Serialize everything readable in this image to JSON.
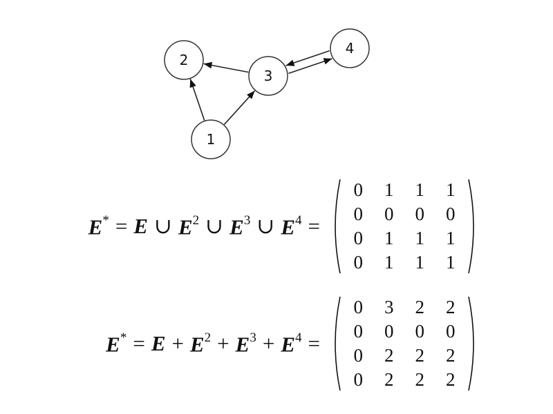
{
  "graph": {
    "nodes": [
      {
        "id": "1",
        "label": "1"
      },
      {
        "id": "2",
        "label": "2"
      },
      {
        "id": "3",
        "label": "3"
      },
      {
        "id": "4",
        "label": "4"
      }
    ],
    "edges": [
      {
        "from": "1",
        "to": "2"
      },
      {
        "from": "1",
        "to": "3"
      },
      {
        "from": "3",
        "to": "2"
      },
      {
        "from": "3",
        "to": "4"
      },
      {
        "from": "4",
        "to": "3"
      }
    ]
  },
  "equations": [
    {
      "lhs": {
        "E": "E",
        "star": "*",
        "eq": "=",
        "op": "∪",
        "p2": "2",
        "p3": "3",
        "p4": "4",
        "eq2": "="
      },
      "matrix": [
        [
          "0",
          "1",
          "1",
          "1"
        ],
        [
          "0",
          "0",
          "0",
          "0"
        ],
        [
          "0",
          "1",
          "1",
          "1"
        ],
        [
          "0",
          "1",
          "1",
          "1"
        ]
      ]
    },
    {
      "lhs": {
        "E": "E",
        "star": "*",
        "eq": "=",
        "op": "+",
        "p2": "2",
        "p3": "3",
        "p4": "4",
        "eq2": "="
      },
      "matrix": [
        [
          "0",
          "3",
          "2",
          "2"
        ],
        [
          "0",
          "0",
          "0",
          "0"
        ],
        [
          "0",
          "2",
          "2",
          "2"
        ],
        [
          "0",
          "2",
          "2",
          "2"
        ]
      ]
    }
  ]
}
